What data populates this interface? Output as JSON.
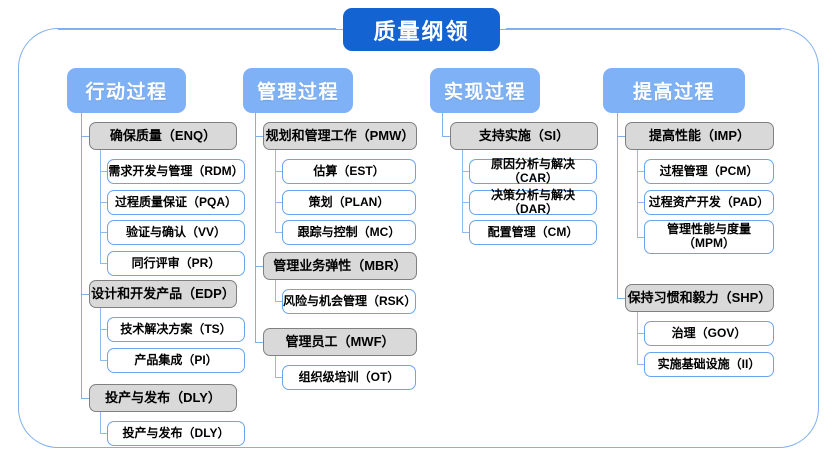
{
  "root": {
    "label": "质量纲领"
  },
  "columns": [
    {
      "id": "col-action",
      "header": "行动过程",
      "groups": [
        {
          "label": "确保质量（ENQ）",
          "children": [
            "需求开发与管理（RDM）",
            "过程质量保证（PQA）",
            "验证与确认（VV）",
            "同行评审（PR）"
          ]
        },
        {
          "label": "设计和开发产品（EDP）",
          "children": [
            "技术解决方案（TS）",
            "产品集成（PI）"
          ]
        },
        {
          "label": "投产与发布（DLY）",
          "children": [
            "投产与发布（DLY）"
          ]
        }
      ]
    },
    {
      "id": "col-manage",
      "header": "管理过程",
      "groups": [
        {
          "label": "规划和管理工作（PMW）",
          "children": [
            "估算（EST）",
            "策划（PLAN）",
            "跟踪与控制（MC）"
          ]
        },
        {
          "label": "管理业务弹性（MBR）",
          "children": [
            "风险与机会管理（RSK）"
          ]
        },
        {
          "label": "管理员工（MWF）",
          "children": [
            "组织级培训（OT）"
          ]
        }
      ]
    },
    {
      "id": "col-realize",
      "header": "实现过程",
      "groups": [
        {
          "label": "支持实施（SI）",
          "children": [
            "原因分析与解决（CAR）",
            "决策分析与解决（DAR）",
            "配置管理（CM）"
          ]
        }
      ]
    },
    {
      "id": "col-improve",
      "header": "提高过程",
      "groups": [
        {
          "label": "提高性能（IMP）",
          "children": [
            "过程管理（PCM）",
            "过程资产开发（PAD）",
            "管理性能与度量\n（MPM）"
          ]
        },
        {
          "label": "保持习惯和毅力（SHP）",
          "children": [
            "治理（GOV）",
            "实施基础设施（II）"
          ]
        }
      ]
    }
  ],
  "colors": {
    "root_fill": "#1463d2",
    "header_fill": "#7eb1f5",
    "group_fill": "#d9d9d9",
    "group_border": "#808080",
    "leaf_border": "#6ba4ee",
    "connector": "#8fbbf2",
    "frame_border": "#7fb0ef"
  }
}
